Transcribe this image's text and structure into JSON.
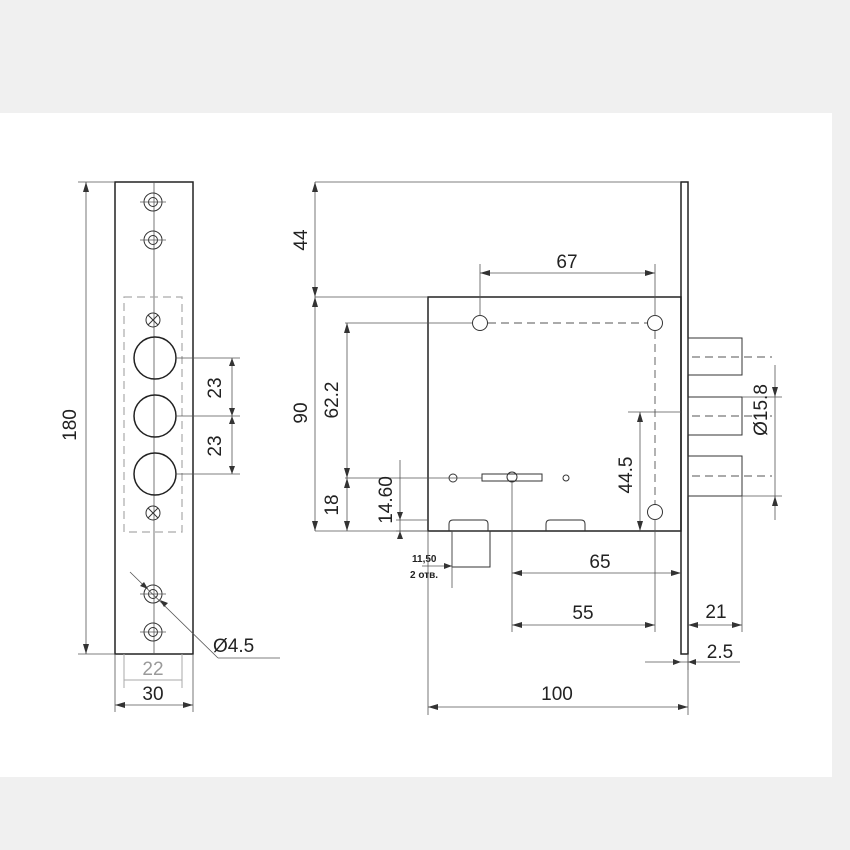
{
  "dimensions": {
    "faceplate_height": "180",
    "hole_spacing_top": "23",
    "hole_spacing_bottom": "23",
    "screw_hole_diameter": "Ø4.5",
    "hole_span_inner": "22",
    "faceplate_width": "30",
    "top_offset": "44",
    "body_height": "90",
    "mount_height": "62.2",
    "bottom_offset": "18",
    "keyhole_height": "14.60",
    "hole_span_top": "67",
    "hole_span_right": "44.5",
    "bolt_diameter": "Ø15.8",
    "backset_65": "65",
    "backset_55": "55",
    "bolt_throw": "21",
    "plate_thickness": "2.5",
    "body_depth": "100",
    "small_hole_size": "11,50",
    "small_hole_note": "2 отв."
  },
  "colors": {
    "line": "#333333",
    "secondary": "#9a9a9a",
    "background": "#ffffff",
    "page": "#f0f0f0"
  }
}
